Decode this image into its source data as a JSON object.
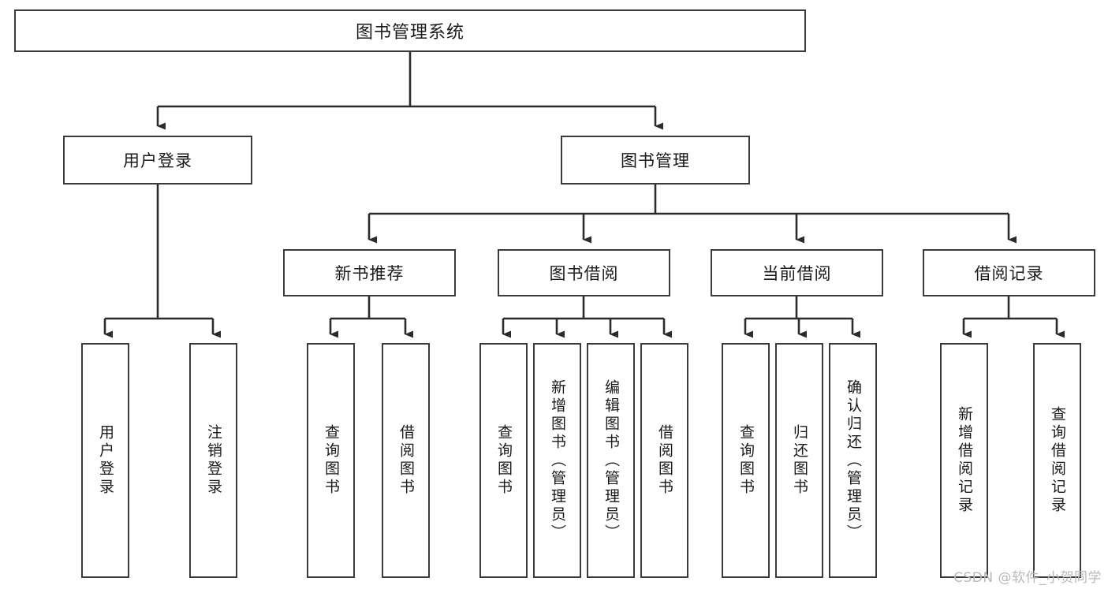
{
  "diagram": {
    "title": "图书管理系统",
    "type": "tree-hierarchy",
    "watermark": "CSDN @软件_小贺同学",
    "colors": {
      "background": "#ffffff",
      "box_border": "#3a3a3a",
      "box_fill": "#ffffff",
      "text": "#1a1a1a",
      "edge": "#2b2b2b",
      "watermark": "#b9b9b9"
    }
  },
  "nodes": {
    "root": {
      "label": "图书管理系统"
    },
    "level1": [
      {
        "id": "user-login",
        "label": "用户登录"
      },
      {
        "id": "book-manage",
        "label": "图书管理"
      }
    ],
    "level2": [
      {
        "id": "new-book-recommend",
        "label": "新书推荐",
        "parent": "book-manage"
      },
      {
        "id": "book-borrow",
        "label": "图书借阅",
        "parent": "book-manage"
      },
      {
        "id": "current-borrow",
        "label": "当前借阅",
        "parent": "book-manage"
      },
      {
        "id": "borrow-record",
        "label": "借阅记录",
        "parent": "book-manage"
      }
    ],
    "leaves": {
      "user_login": [
        {
          "id": "leaf-user-login",
          "label": "用户登录"
        },
        {
          "id": "leaf-logout-login",
          "label": "注销登录"
        }
      ],
      "new_book_recommend": [
        {
          "id": "leaf-query-book-1",
          "label": "查询图书"
        },
        {
          "id": "leaf-borrow-book-1",
          "label": "借阅图书"
        }
      ],
      "book_borrow": [
        {
          "id": "leaf-query-book-2",
          "label": "查询图书"
        },
        {
          "id": "leaf-add-book",
          "label": "新增图书（管理员）"
        },
        {
          "id": "leaf-edit-book",
          "label": "编辑图书（管理员）"
        },
        {
          "id": "leaf-borrow-book-2",
          "label": "借阅图书"
        }
      ],
      "current_borrow": [
        {
          "id": "leaf-query-book-3",
          "label": "查询图书"
        },
        {
          "id": "leaf-return-book",
          "label": "归还图书"
        },
        {
          "id": "leaf-confirm-return",
          "label": "确认归还（管理员）"
        }
      ],
      "borrow_record": [
        {
          "id": "leaf-add-record",
          "label": "新增借阅记录"
        },
        {
          "id": "leaf-query-record",
          "label": "查询借阅记录"
        }
      ]
    }
  }
}
